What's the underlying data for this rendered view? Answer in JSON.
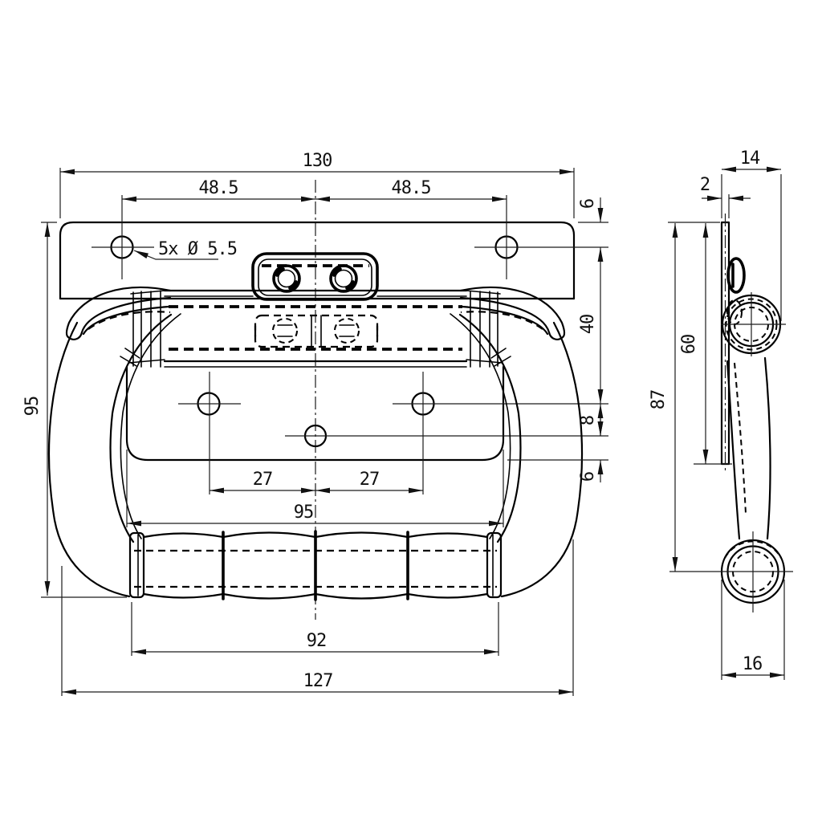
{
  "front_view": {
    "dim_total_width": "130",
    "dim_hole_spacing_left": "48.5",
    "dim_hole_spacing_right": "48.5",
    "hole_callout": "5x Ø 5.5",
    "dim_top_edge_offset": "6",
    "dim_hole_row_spacing": "40",
    "dim_center_hole_offset": "8",
    "dim_bottom_edge_offset": "6",
    "dim_lower_hole_left": "27",
    "dim_lower_hole_right": "27",
    "dim_lower_plate_width": "95",
    "dim_overall_height": "95",
    "dim_grip_width": "92",
    "dim_overall_width": "127"
  },
  "side_view": {
    "dim_depth": "14",
    "dim_plate_thickness": "2",
    "dim_plate_height": "60",
    "dim_overall_height": "87",
    "dim_grip_diameter": "16"
  },
  "colors": {
    "line": "#000000",
    "dimension": "#1c1c1c",
    "background": "#ffffff"
  }
}
